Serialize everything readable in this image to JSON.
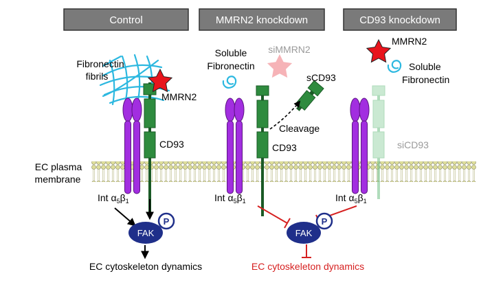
{
  "panels": {
    "control": {
      "header": "Control"
    },
    "mmrn2_kd": {
      "header": "MMRN2 knockdown"
    },
    "cd93_kd": {
      "header": "CD93 knockdown"
    }
  },
  "labels": {
    "fibronectin_fibrils_line1": "Fibronectin",
    "fibronectin_fibrils_line2": "fibrils",
    "mmrn2": "MMRN2",
    "cd93": "CD93",
    "soluble_line1": "Soluble",
    "fibronectin": "Fibronectin",
    "simmrn2": "siMMRN2",
    "scd93": "sCD93",
    "cleavage": "Cleavage",
    "sicd93": "siCD93",
    "membrane_line1": "EC plasma",
    "membrane_line2": "membrane",
    "int_prefix": "Int ",
    "alpha": "α",
    "alpha_sub": "5",
    "beta": "β",
    "beta_sub": "1",
    "fak": "FAK",
    "phospho": "P",
    "ec_dynamics": "EC cytoskeleton dynamics"
  },
  "colors": {
    "header_bg": "#7a7a7a",
    "integrin": "#a22ee0",
    "cd93": "#2e8b3e",
    "cd93_dark": "#1a5a26",
    "cd93_faded": "#9fd8ae",
    "fibronectin": "#2cb8e0",
    "mmrn2": "#e8141c",
    "mmrn2_faded": "#f6b3b7",
    "fak": "#1f2f8a",
    "inhibit": "#d62020",
    "lipid_head": "#dede9a",
    "faded_text": "#9a9a9a"
  }
}
